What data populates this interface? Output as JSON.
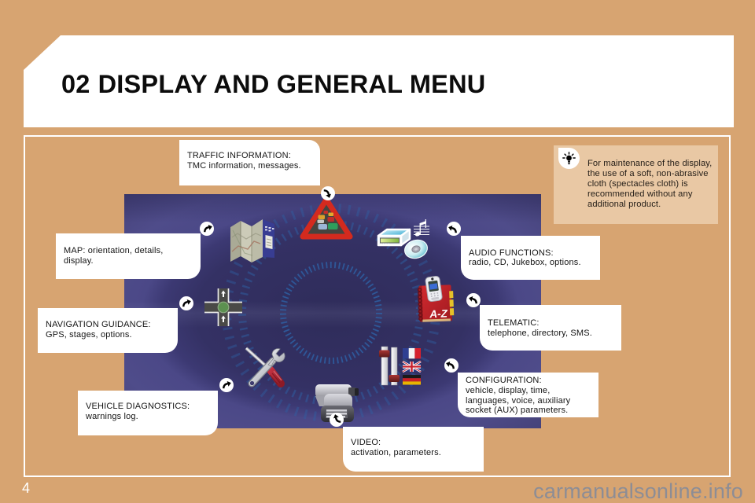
{
  "header": {
    "section_number": "02",
    "title": "DISPLAY AND GENERAL MENU"
  },
  "page": {
    "number": "4",
    "watermark": "carmanualsonline.info"
  },
  "note": {
    "icon": "bulb-icon",
    "lines": [
      "For maintenance of the display,",
      "the use of a soft, non-abrasive",
      "cloth (spectacles cloth) is",
      "recommended without any",
      "additional product."
    ]
  },
  "screen": {
    "icons": [
      "traffic-triangle-icon",
      "map-icon",
      "crossroads-icon",
      "wrench-screwdriver-icon",
      "video-camera-icon",
      "equalizer-flags-icon",
      "phone-directory-icon",
      "cd-player-icon"
    ],
    "directory_label": "A-Z"
  },
  "callouts": {
    "traffic": {
      "lines": [
        "TRAFFIC INFORMATION:",
        "TMC information, messages."
      ]
    },
    "map": {
      "lines": [
        "MAP: orientation, details,",
        "display."
      ]
    },
    "navigation": {
      "lines": [
        "NAVIGATION GUIDANCE:",
        "GPS, stages, options."
      ]
    },
    "diagnostics": {
      "lines": [
        "VEHICLE DIAGNOSTICS:",
        "warnings log."
      ]
    },
    "video": {
      "lines": [
        "VIDEO:",
        "activation, parameters."
      ]
    },
    "audio": {
      "lines": [
        "AUDIO FUNCTIONS:",
        "radio, CD, Jukebox, options."
      ]
    },
    "telematic": {
      "lines": [
        "TELEMATIC:",
        "telephone, directory, SMS."
      ]
    },
    "configuration": {
      "lines": [
        "CONFIGURATION:",
        "vehicle, display, time,",
        "languages, voice, auxiliary",
        "socket (AUX) parameters."
      ]
    }
  },
  "colors": {
    "tan": "#d7a471",
    "note-bg": "#e9c8a4",
    "box-white": "#ffffff",
    "text-dark": "#141414",
    "screen-purple": "#45437e",
    "tick-blue": "#2e62a6",
    "warning-red": "#d32a1e",
    "watermark-gray": "#8d8d95",
    "page-number-white": "#ffffff"
  }
}
